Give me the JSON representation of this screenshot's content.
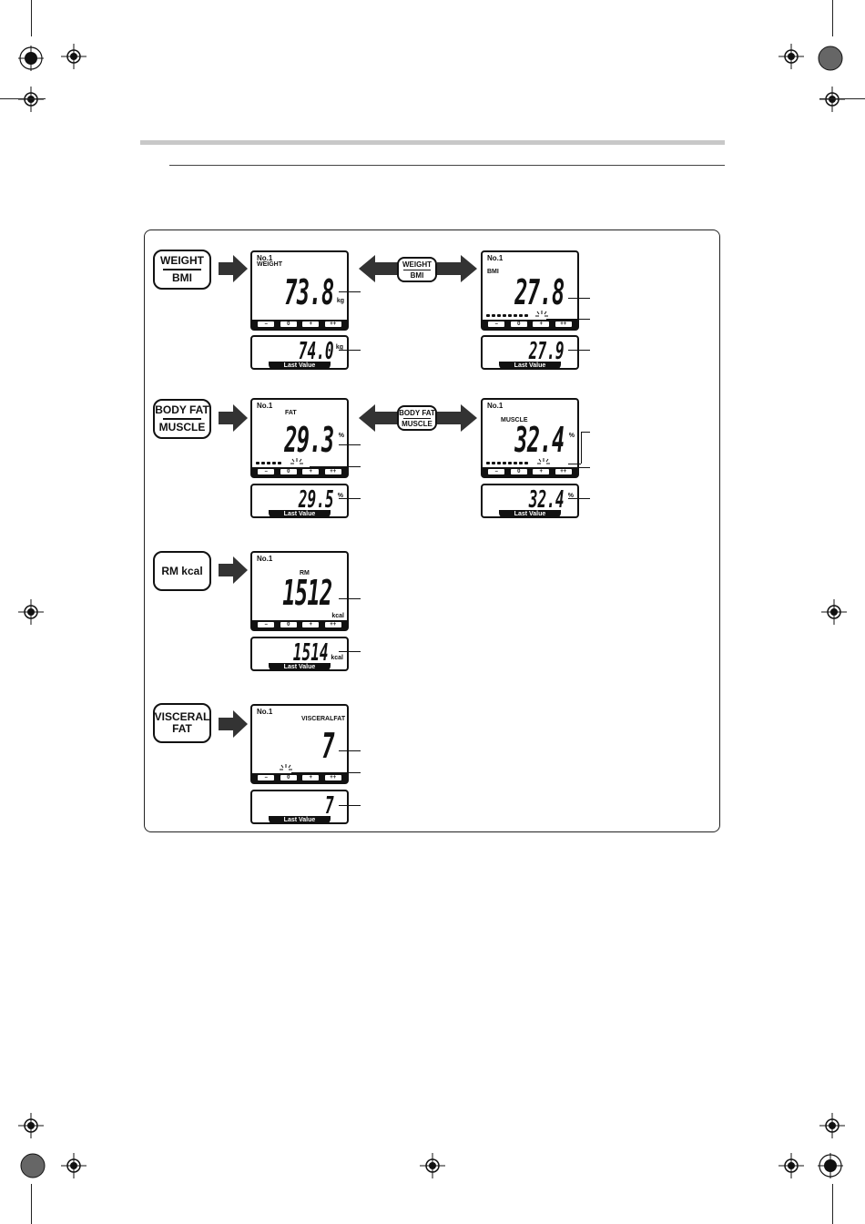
{
  "modes": {
    "weight_bmi": {
      "top": "WEIGHT",
      "bottom": "BMI"
    },
    "fat_muscle": {
      "top": "BODY FAT",
      "bottom": "MUSCLE"
    },
    "rm": {
      "label": "RM kcal"
    },
    "visceral": {
      "top": "VISCERAL",
      "bottom": "FAT"
    }
  },
  "toggles": {
    "weight_bmi": {
      "top": "WEIGHT",
      "bottom": "BMI"
    },
    "fat_muscle": {
      "top": "BODY FAT",
      "bottom": "MUSCLE"
    }
  },
  "scale_labels": [
    "–",
    "0",
    "+",
    "++"
  ],
  "last_value_label": "Last Value",
  "displays": {
    "weight": {
      "user": "No.1",
      "mode": "WEIGHT",
      "value": "73.8",
      "unit": "kg",
      "last": "74.0",
      "last_unit": "kg"
    },
    "bmi": {
      "user": "No.1",
      "mode": "BMI",
      "value": "27.8",
      "unit": "",
      "last": "27.9",
      "last_unit": ""
    },
    "fat": {
      "user": "No.1",
      "mode": "FAT",
      "value": "29.3",
      "unit": "%",
      "last": "29.5",
      "last_unit": "%"
    },
    "muscle": {
      "user": "No.1",
      "mode": "MUSCLE",
      "value": "32.4",
      "unit": "%",
      "last": "32.4",
      "last_unit": "%"
    },
    "rm": {
      "user": "No.1",
      "mode": "RM",
      "value": "1512",
      "unit": "kcal",
      "last": "1514",
      "last_unit": "kcal"
    },
    "visceral": {
      "user": "No.1",
      "mode": "VISCERALFAT",
      "value": "7",
      "unit": "",
      "last": "7",
      "last_unit": ""
    }
  }
}
